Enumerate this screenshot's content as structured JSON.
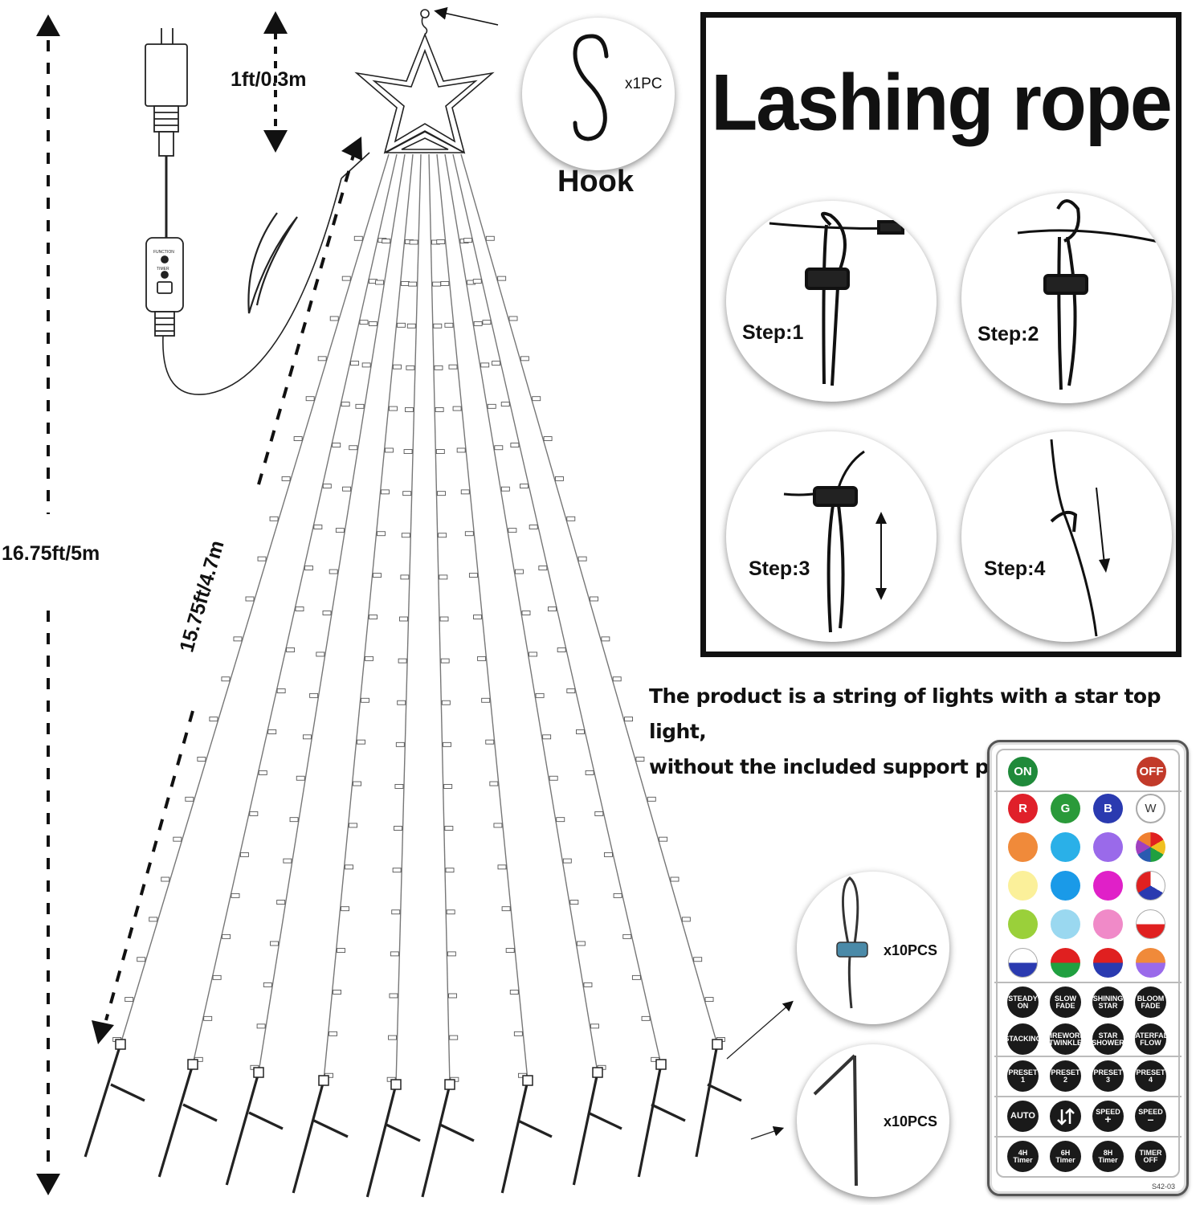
{
  "dimensions": {
    "total_height": "16.75ft/5m",
    "hook_drop": "1ft/0.3m",
    "string_length": "15.75ft/4.7m"
  },
  "hook": {
    "qty": "x1PC",
    "label": "Hook"
  },
  "lashing": {
    "title": "Lashing rope",
    "steps": [
      "Step:1",
      "Step:2",
      "Step:3",
      "Step:4"
    ]
  },
  "note": {
    "line1": "The product is a string of lights with a star top light,",
    "line2": "without the included support pole."
  },
  "accessories": {
    "rope_qty": "x10PCS",
    "stake_qty": "x10PCS"
  },
  "controller": {
    "function_label": "FUNCTION",
    "timer_label": "TIMER"
  },
  "remote": {
    "on": "ON",
    "off": "OFF",
    "r": "R",
    "g": "G",
    "b": "B",
    "w": "W",
    "modes": [
      [
        "STEADY",
        "ON"
      ],
      [
        "SLOW",
        "FADE"
      ],
      [
        "SHINING",
        "STAR"
      ],
      [
        "BLOOM",
        "FADE"
      ],
      [
        "STACKING",
        ""
      ],
      [
        "FIREWORK",
        "TWINKLE"
      ],
      [
        "STAR",
        "SHOWER"
      ],
      [
        "WATERFALL",
        "FLOW"
      ]
    ],
    "presets": [
      [
        "PRESET",
        "1"
      ],
      [
        "PRESET",
        "2"
      ],
      [
        "PRESET",
        "3"
      ],
      [
        "PRESET",
        "4"
      ]
    ],
    "auto": "AUTO",
    "speed_up": [
      "SPEED",
      "+"
    ],
    "speed_down": [
      "SPEED",
      "–"
    ],
    "timers": [
      [
        "4H",
        "Timer"
      ],
      [
        "6H",
        "Timer"
      ],
      [
        "8H",
        "Timer"
      ],
      [
        "TIMER",
        "OFF"
      ]
    ],
    "model": "S42-03",
    "colors": {
      "on": "#1f8a3a",
      "off": "#c23a2a",
      "r": "#e0202a",
      "g": "#2a9a3a",
      "b": "#2a3ab0",
      "row1": [
        "#f08a3a",
        "#2ab0e8",
        "#9a6aea"
      ],
      "row2": [
        "#fbf09a",
        "#1a9ae8",
        "#e020c8"
      ],
      "row3": [
        "#9ad03a",
        "#9ad8f0",
        "#f08ac8"
      ]
    }
  }
}
